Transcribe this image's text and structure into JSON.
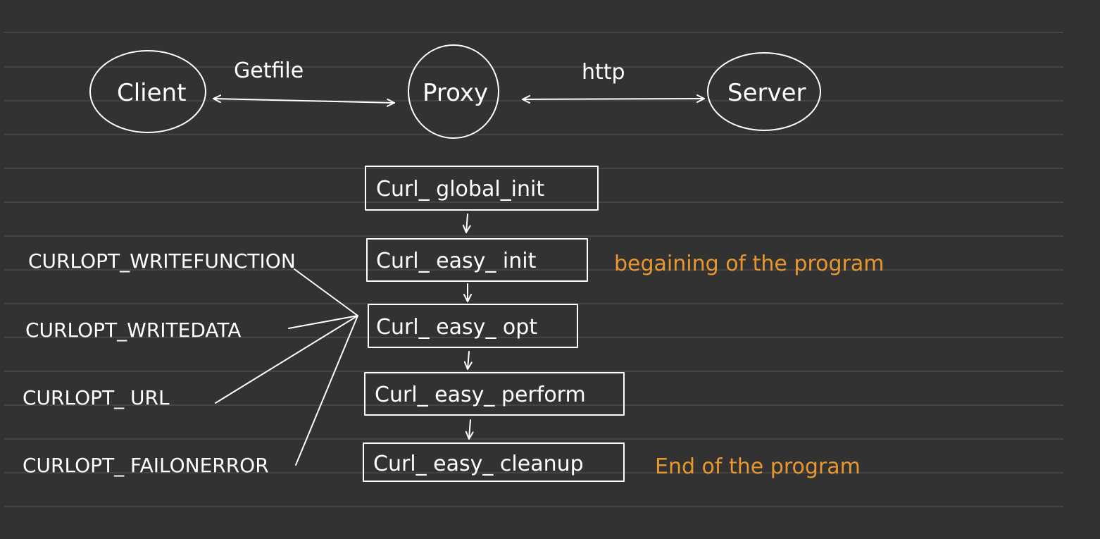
{
  "colors": {
    "background": "#323232",
    "ink": "#ffffff",
    "annotation": "#e8972f",
    "ruled_line": "#4a4a4a"
  },
  "top_flow": {
    "client": "Client",
    "proxy": "Proxy",
    "server": "Server",
    "client_proxy_edge": "Getfile",
    "proxy_server_edge": "http"
  },
  "steps": [
    "Curl_ global_init",
    "Curl_ easy_ init",
    "Curl_ easy_ opt",
    "Curl_ easy_ perform",
    "Curl_ easy_ cleanup"
  ],
  "options": [
    "CURLOPT_WRITEFUNCTION",
    "CURLOPT_WRITEDATA",
    "CURLOPT_ URL",
    "CURLOPT_ FAILONERROR"
  ],
  "notes": {
    "beginning": "begaining of the program",
    "end": "End of the program"
  }
}
